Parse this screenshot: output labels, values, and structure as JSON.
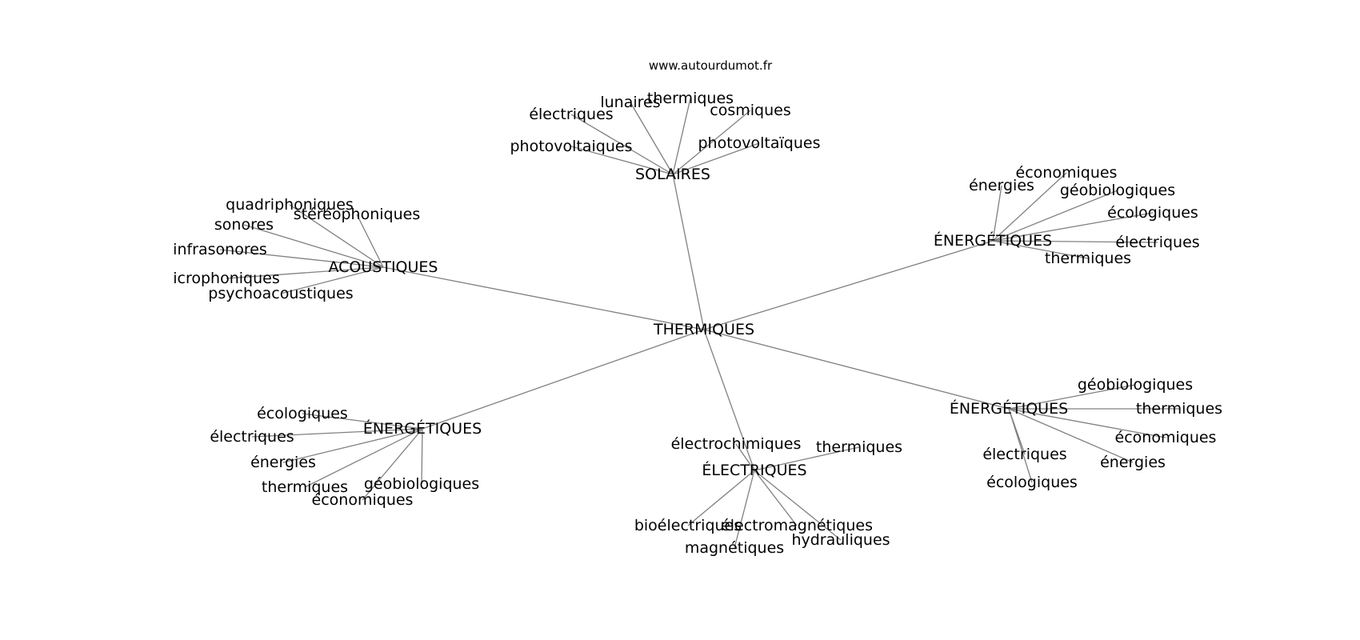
{
  "source_url": "www.autourdumot.fr",
  "center": {
    "label": "THERMIQUES"
  },
  "hubs": [
    {
      "label": "SOLAIRES",
      "leaves": [
        "électriques",
        "lunaires",
        "thermiques",
        "cosmiques",
        "photovoltaiques",
        "photovoltaïques"
      ]
    },
    {
      "label": "ACOUSTIQUES",
      "leaves": [
        "quadriphoniques",
        "stéréophoniques",
        "sonores",
        "infrasonores",
        "icrophoniques",
        "psychoacoustiques"
      ]
    },
    {
      "label": "ÉNERGÉTIQUES",
      "leaves": [
        "économiques",
        "énergies",
        "géobiologiques",
        "écologiques",
        "électriques",
        "thermiques"
      ]
    },
    {
      "label": "ÉNERGÉTIQUES",
      "leaves": [
        "écologiques",
        "électriques",
        "énergies",
        "thermiques",
        "géobiologiques",
        "économiques"
      ]
    },
    {
      "label": "ÉLECTRIQUES",
      "leaves": [
        "électrochimiques",
        "thermiques",
        "bioélectriques",
        "électromagnétiques",
        "magnétiques",
        "hydrauliques"
      ]
    },
    {
      "label": "ÉNERGÉTIQUES",
      "leaves": [
        "géobiologiques",
        "thermiques",
        "économiques",
        "électriques",
        "énergies",
        "écologiques"
      ]
    }
  ]
}
